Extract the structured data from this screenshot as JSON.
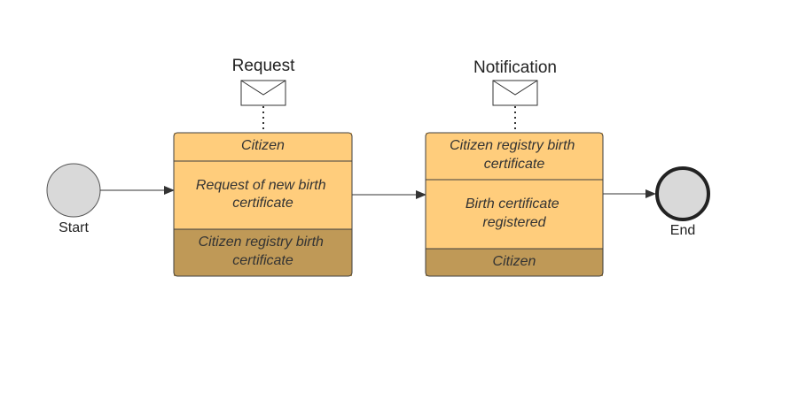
{
  "diagram": {
    "colors": {
      "task_light": "#FFCD7C",
      "task_dark": "#BF9957",
      "task_border": "#3F3F3F",
      "event_fill": "#D9D9D9",
      "line": "#333333"
    },
    "start_event": {
      "label": "Start"
    },
    "end_event": {
      "label": "End"
    },
    "task1": {
      "message": {
        "label": "Request"
      },
      "top_band": {
        "lines": [
          "Citizen"
        ]
      },
      "name": {
        "lines": [
          "Request of new birth",
          "certificate"
        ]
      },
      "bottom_band": {
        "lines": [
          "Citizen registry birth",
          "certificate"
        ]
      }
    },
    "task2": {
      "message": {
        "label": "Notification"
      },
      "top_band": {
        "lines": [
          "Citizen registry birth",
          "certificate"
        ]
      },
      "name": {
        "lines": [
          "Birth certificate",
          "registered"
        ]
      },
      "bottom_band": {
        "lines": [
          "Citizen"
        ]
      }
    }
  }
}
